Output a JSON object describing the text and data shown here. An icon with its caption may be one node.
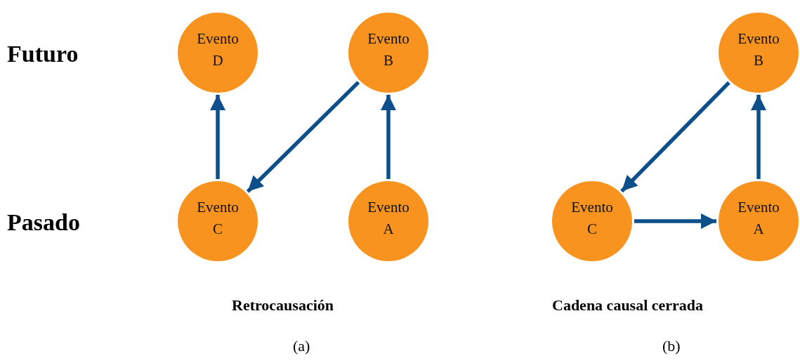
{
  "diagram": {
    "nodes": [
      {
        "text": [
          "Evento D"
        ]
      },
      {
        "text": [
          "Evento B"
        ]
      },
      {
        "text": [
          "Evento B"
        ]
      },
      {
        "text": [
          "Evento C"
        ]
      },
      {
        "text": [
          "Evento A"
        ]
      },
      {
        "text": [
          "Evento C"
        ]
      },
      {
        "text": [
          "Evento A"
        ]
      }
    ],
    "edges": [
      {
        "from": 3,
        "to": 0,
        "arrow": "to"
      },
      {
        "from": 1,
        "to": 3,
        "arrow": "to"
      },
      {
        "from": 4,
        "to": 1,
        "arrow": "to"
      },
      {
        "from": 2,
        "to": 5,
        "arrow": "to"
      },
      {
        "from": 5,
        "to": 6,
        "arrow": "to"
      },
      {
        "from": 6,
        "to": 2,
        "arrow": "to"
      }
    ],
    "labels": [
      "Futuro",
      "Pasado",
      "Retrocausación",
      "Cadena causal cerrada",
      "(a)",
      "(b)"
    ]
  }
}
